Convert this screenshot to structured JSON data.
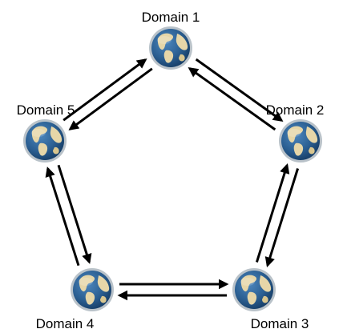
{
  "diagram": {
    "type": "ring",
    "nodes": [
      {
        "id": "d1",
        "label": "Domain 1",
        "icon": "globe-icon"
      },
      {
        "id": "d2",
        "label": "Domain 2",
        "icon": "globe-icon"
      },
      {
        "id": "d3",
        "label": "Domain 3",
        "icon": "globe-icon"
      },
      {
        "id": "d4",
        "label": "Domain 4",
        "icon": "globe-icon"
      },
      {
        "id": "d5",
        "label": "Domain 5",
        "icon": "globe-icon"
      }
    ],
    "links": [
      {
        "from": "d1",
        "to": "d2",
        "bidirectional": true
      },
      {
        "from": "d2",
        "to": "d3",
        "bidirectional": true
      },
      {
        "from": "d3",
        "to": "d4",
        "bidirectional": true
      },
      {
        "from": "d4",
        "to": "d5",
        "bidirectional": true
      },
      {
        "from": "d5",
        "to": "d1",
        "bidirectional": true
      }
    ]
  },
  "colors": {
    "ocean": "#2b5f92",
    "ocean_dark": "#163d66",
    "land": "#e6d6a8",
    "rim": "#b9c2c9",
    "arrow": "#000000"
  }
}
